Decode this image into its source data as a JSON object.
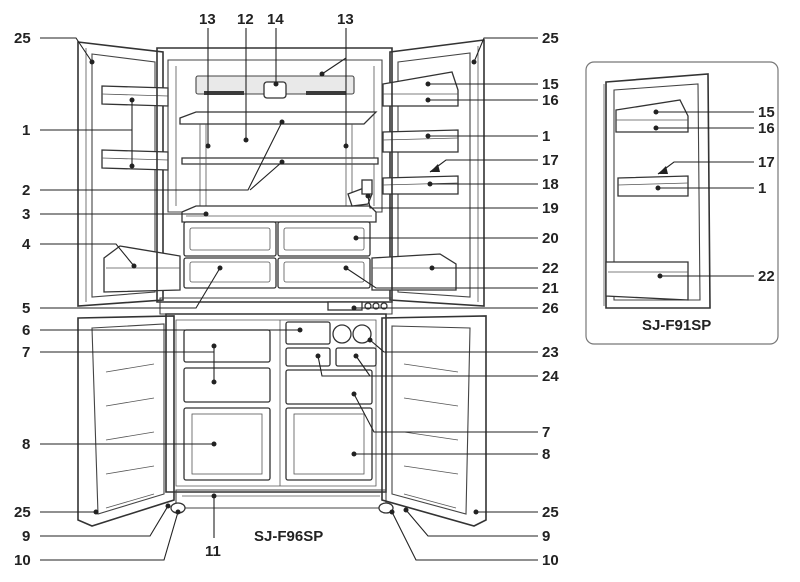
{
  "callouts_left": [
    "25",
    "1",
    "2",
    "3",
    "4",
    "5",
    "6",
    "7",
    "8",
    "25",
    "9",
    "10"
  ],
  "callouts_top": [
    "13",
    "12",
    "14",
    "13"
  ],
  "callouts_right": [
    "25",
    "15",
    "16",
    "1",
    "17",
    "18",
    "19",
    "20",
    "22",
    "21",
    "26",
    "23",
    "24",
    "7",
    "8",
    "25",
    "9",
    "10"
  ],
  "callout_bottom": "11",
  "inset_callouts": [
    "15",
    "16",
    "17",
    "1",
    "22"
  ],
  "model_main": "SJ-F96SP",
  "model_inset": "SJ-F91SP"
}
